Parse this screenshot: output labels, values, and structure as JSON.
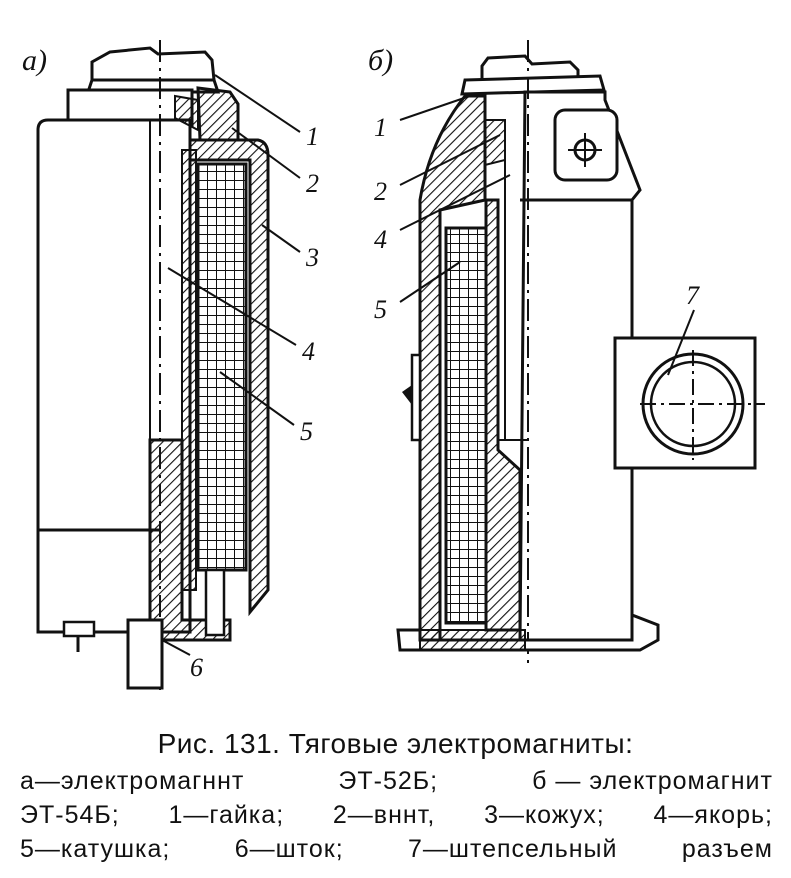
{
  "figure": {
    "sub_a": "а)",
    "sub_b": "б)",
    "labels_a": [
      "1",
      "2",
      "3",
      "4",
      "5",
      "6"
    ],
    "labels_b": [
      "1",
      "2",
      "4",
      "5",
      "7"
    ]
  },
  "caption": {
    "title": "Рис. 131. Тяговые электромагниты:",
    "line1": [
      "а—электромагннт",
      "ЭТ-52Б;",
      "б — электромагнит"
    ],
    "line2": [
      "ЭТ-54Б;",
      "1—гайка;",
      "2—вннт,",
      "3—кожух;",
      "4—якорь;"
    ],
    "line3": [
      "5—катушка;",
      "6—шток;",
      "7—штепсельный",
      "разъем"
    ]
  }
}
